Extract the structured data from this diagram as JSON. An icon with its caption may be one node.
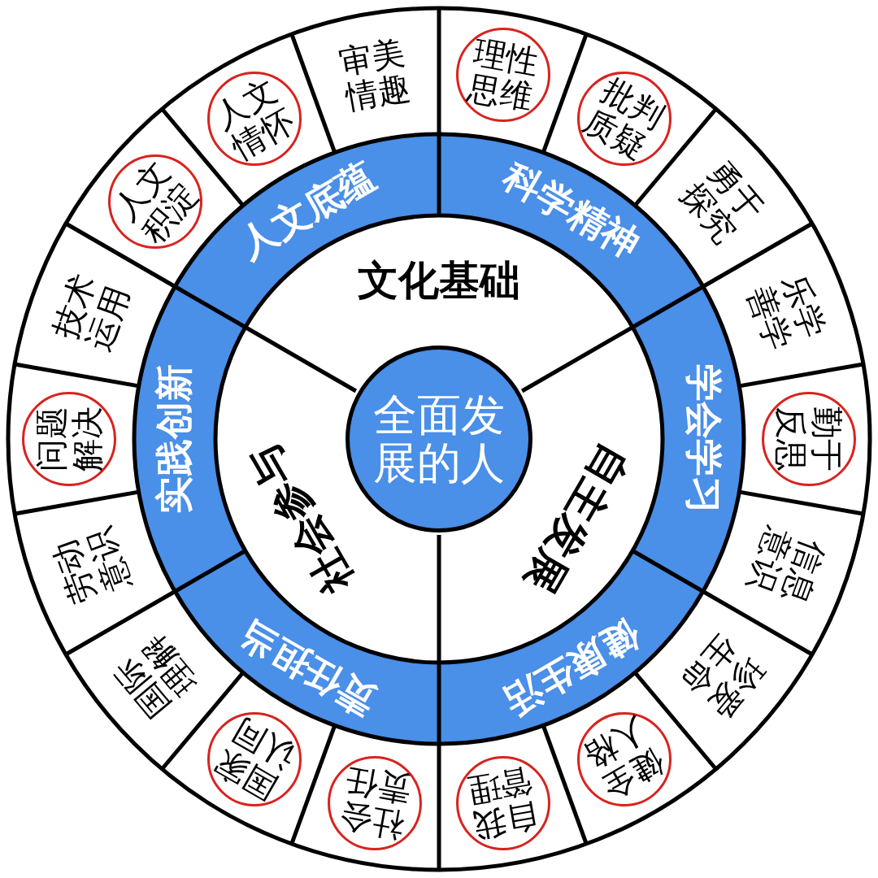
{
  "diagram": {
    "nodes": [
      {
        "text": [
          "全面发展的人"
        ]
      },
      {
        "text": [
          "文化基础"
        ]
      },
      {
        "text": [
          "自主发展"
        ]
      },
      {
        "text": [
          "社会参与"
        ]
      },
      {
        "text": [
          "人文底蕴"
        ]
      },
      {
        "text": [
          "科学精神"
        ]
      },
      {
        "text": [
          "学会学习"
        ]
      },
      {
        "text": [
          "健康生活"
        ]
      },
      {
        "text": [
          "责任担当"
        ]
      },
      {
        "text": [
          "实践创新"
        ]
      },
      {
        "text": [
          "审美情趣"
        ]
      },
      {
        "text": [
          "理性思维"
        ]
      },
      {
        "text": [
          "批判质疑"
        ]
      },
      {
        "text": [
          "勇于探究"
        ]
      },
      {
        "text": [
          "乐学善学"
        ]
      },
      {
        "text": [
          "勤于反思"
        ]
      },
      {
        "text": [
          "信息意识"
        ]
      },
      {
        "text": [
          "珍爱生命"
        ]
      },
      {
        "text": [
          "健全人格"
        ]
      },
      {
        "text": [
          "自我管理"
        ]
      },
      {
        "text": [
          "社会责任"
        ]
      },
      {
        "text": [
          "国家认同"
        ]
      },
      {
        "text": [
          "国际理解"
        ]
      },
      {
        "text": [
          "劳动意识"
        ]
      },
      {
        "text": [
          "问题解决"
        ]
      },
      {
        "text": [
          "技术运用"
        ]
      },
      {
        "text": [
          "人文积淀"
        ]
      },
      {
        "text": [
          "人文情怀"
        ]
      }
    ]
  }
}
